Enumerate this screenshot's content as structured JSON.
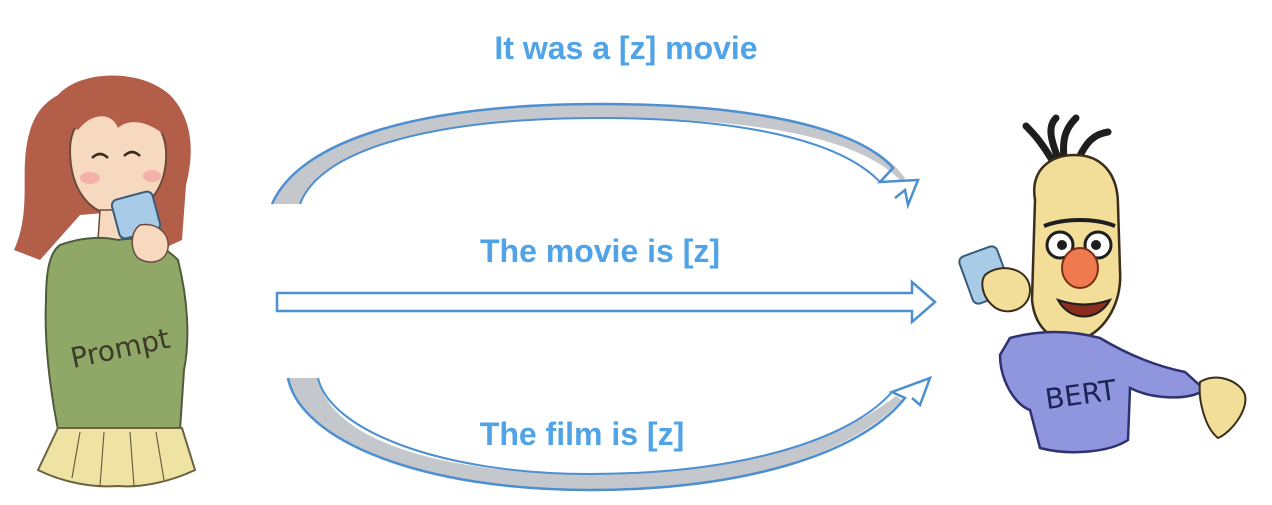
{
  "colors": {
    "label_text": "#4fa3e6",
    "arrow_stroke": "#4d8fd0",
    "arrow_shade": "#c4c7cb",
    "girl_hair": "#b35e49",
    "girl_sweater": "#8fa868",
    "girl_skirt": "#efe3a4",
    "skin": "#f7d9bf",
    "phone_blue": "#a8cbe8",
    "bert_skin": "#f2dd99",
    "bert_nose": "#f07a50",
    "bert_sweater": "#8f96de",
    "bert_hair": "#1e1e1e"
  },
  "prompts": {
    "top": "It was a [z] movie",
    "middle": "The movie is [z]",
    "bottom": "The film is [z]"
  },
  "characters": {
    "girl": {
      "icon": "girl-on-phone-illustration",
      "shirt_text": "Prompt"
    },
    "bert": {
      "icon": "bert-on-phone-illustration",
      "shirt_text": "BERT"
    }
  },
  "arrows": {
    "top": "curved-arrow-up-right",
    "middle": "straight-arrow-right",
    "bottom": "curved-arrow-down-right"
  }
}
